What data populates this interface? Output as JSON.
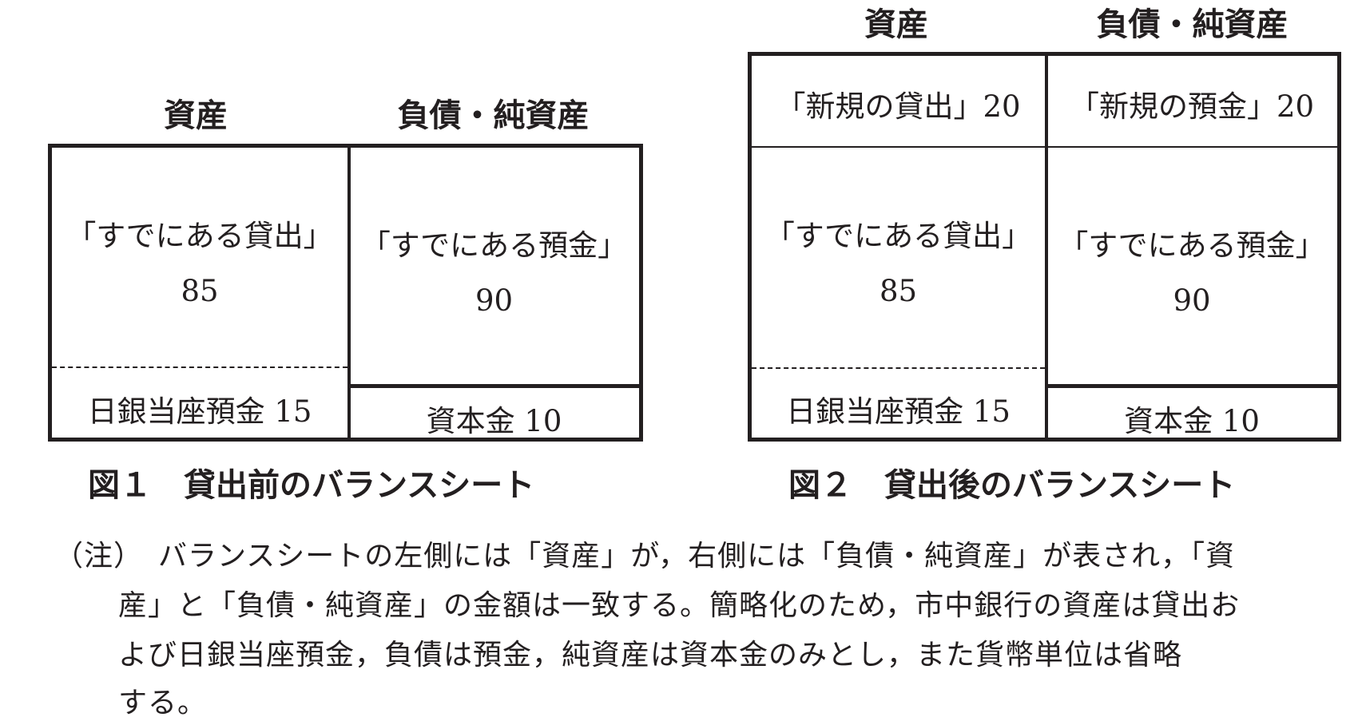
{
  "fig1": {
    "header_assets": "資産",
    "header_liabilities": "負債・純資産",
    "existing_loans_label": "「すでにある貸出」",
    "existing_loans_value": "85",
    "boj_deposit": "日銀当座預金 15",
    "existing_deposits_label": "「すでにある預金」",
    "existing_deposits_value": "90",
    "capital": "資本金 10",
    "caption": "図１　貸出前のバランスシート"
  },
  "fig2": {
    "header_assets": "資産",
    "header_liabilities": "負債・純資産",
    "new_loans": "「新規の貸出」20",
    "new_deposits": "「新規の預金」20",
    "existing_loans_label": "「すでにある貸出」",
    "existing_loans_value": "85",
    "boj_deposit": "日銀当座預金 15",
    "existing_deposits_label": "「すでにある預金」",
    "existing_deposits_value": "90",
    "capital": "資本金 10",
    "caption": "図２　貸出後のバランスシート"
  },
  "note": {
    "lines": [
      "（注）　バランスシートの左側には「資産」が，右側には「負債・純資産」が表され，「資",
      "産」と「負債・純資産」の金額は一致する。簡略化のため，市中銀行の資産は貸出お",
      "よび日銀当座預金，負債は預金，純資産は資本金のみとし，また貨幣単位は省略",
      "する。"
    ]
  }
}
